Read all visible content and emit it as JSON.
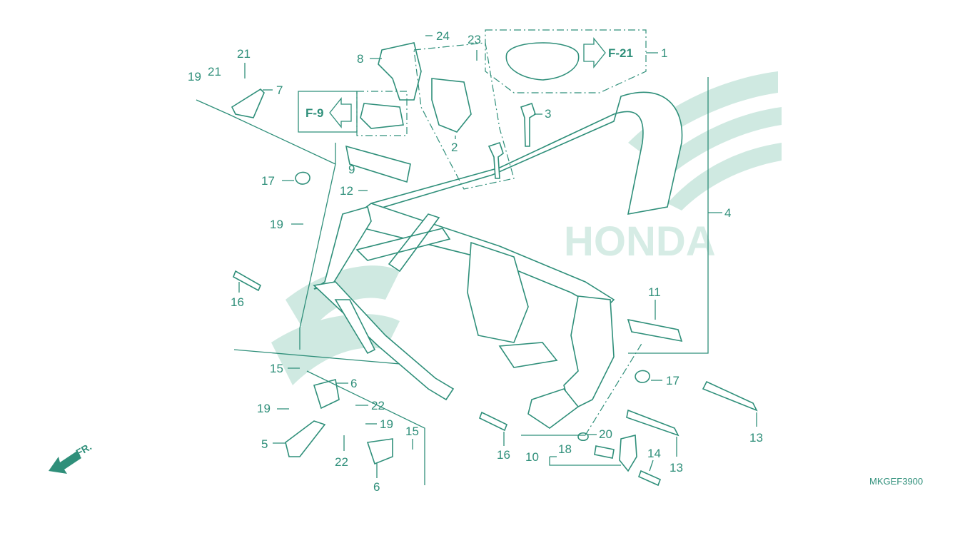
{
  "diagram_code": "MKGEF3900",
  "direction_label": "FR.",
  "watermark_text": "HONDA",
  "ref_arrows": [
    "F-21",
    "F-9"
  ],
  "callouts": [
    "1",
    "2",
    "3",
    "4",
    "5",
    "6",
    "6",
    "7",
    "8",
    "9",
    "10",
    "11",
    "12",
    "13",
    "13",
    "14",
    "15",
    "15",
    "16",
    "16",
    "17",
    "17",
    "18",
    "19",
    "19",
    "19",
    "19",
    "20",
    "21",
    "21",
    "22",
    "22",
    "23",
    "24"
  ],
  "colors": {
    "line": "#2f8f7a",
    "watermark": "#cfe9e1",
    "background": "#ffffff"
  },
  "icons": [
    "front-direction-arrow-icon",
    "reference-arrow-icon"
  ]
}
